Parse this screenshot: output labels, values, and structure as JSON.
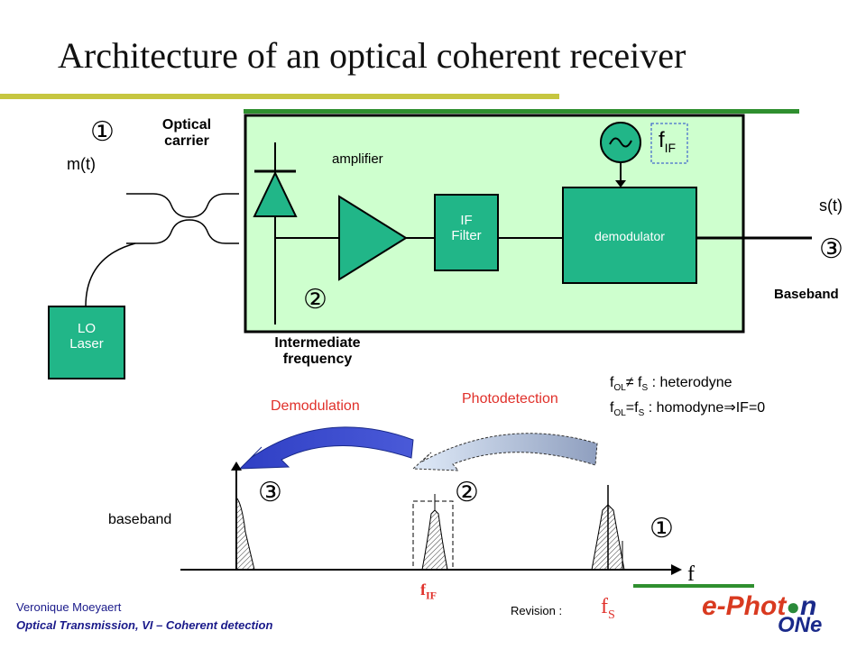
{
  "title": "Architecture of an optical coherent receiver",
  "colors": {
    "box_fill": "#ceffce",
    "component_fill": "#21b688",
    "accent_red": "#e0302a",
    "arrow_blue": "#2f3fc4"
  },
  "labels": {
    "marker_1": "①",
    "marker_2": "②",
    "marker_3": "③",
    "optical_carrier_line1": "Optical",
    "optical_carrier_line2": "carrier",
    "mt": "m(t)",
    "st": "s(t)",
    "amplifier": "amplifier",
    "if_filter_line1": "IF",
    "if_filter_line2": "Filter",
    "demodulator": "demodulator",
    "fif_f": "f",
    "fif_sub": "IF",
    "lo_laser_line1": "LO",
    "lo_laser_line2": "Laser",
    "baseband_top": "Baseband",
    "intermediate_line1": "Intermediate",
    "intermediate_line2": "frequency",
    "demodulation": "Demodulation",
    "photodetection": "Photodetection",
    "hetero_f1": "f",
    "hetero_sub1": "OL",
    "hetero_ne": "≠ f",
    "hetero_sub2": "S",
    "hetero_rest": " : heterodyne",
    "homo_f1": "f",
    "homo_sub1": "OL",
    "homo_eq": "=f",
    "homo_sub2": "S",
    "homo_rest": " : homodyne",
    "homo_arrow": "⇒",
    "homo_tail": "IF=0",
    "baseband_bottom": "baseband",
    "axis_f": "f",
    "axis_fif": "f",
    "axis_fif_sub": "IF",
    "axis_fs": "f",
    "axis_fs_sub": "S"
  },
  "footer": {
    "author": "Veronique Moeyaert",
    "course": "Optical Transmission, VI – Coherent detection",
    "revision": "Revision :",
    "logo_part1": "e-Phot",
    "logo_part2": "n",
    "logo_part3": "ONe"
  }
}
